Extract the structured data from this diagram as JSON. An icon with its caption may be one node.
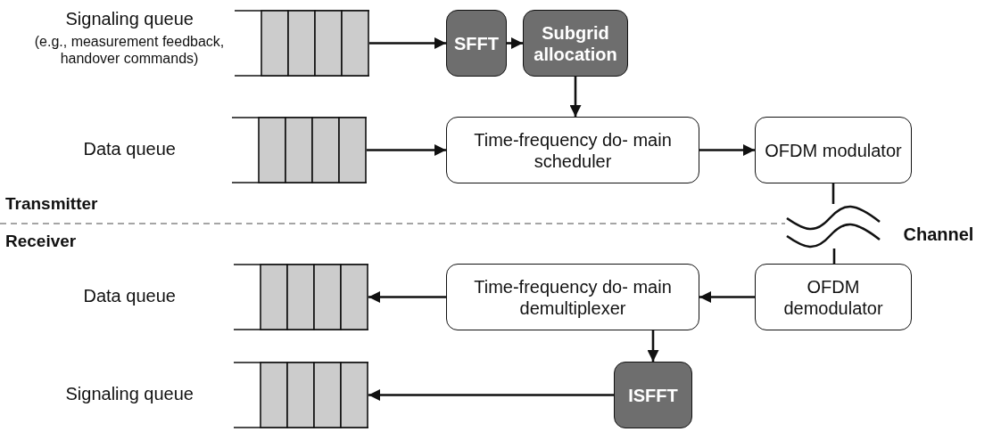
{
  "diagram": {
    "nodes": [
      {
        "text": [],
        "shape": "queue",
        "beside": [
          "Signaling queue",
          "(e.g., measurement feedback, handover commands)"
        ]
      },
      {
        "text": [
          "SFFT"
        ]
      },
      {
        "text": [
          "Subgrid allocation"
        ]
      },
      {
        "text": [],
        "shape": "queue",
        "beside": [
          "Data queue"
        ]
      },
      {
        "text": [
          "Time-frequency do- main scheduler"
        ]
      },
      {
        "text": [
          "OFDM modulator"
        ]
      },
      {
        "text": [],
        "shape": "wave",
        "beside": [
          "Channel"
        ]
      },
      {
        "text": [
          "OFDM demodulator"
        ]
      },
      {
        "text": [
          "Time-frequency do- main demultiplexer"
        ]
      },
      {
        "text": [],
        "shape": "queue",
        "beside": [
          "Data queue"
        ]
      },
      {
        "text": [
          "ISFFT"
        ]
      },
      {
        "text": [],
        "shape": "queue",
        "beside": [
          "Signaling queue"
        ]
      }
    ],
    "edges": [
      {
        "from": 0,
        "to": 1,
        "arrow": "to"
      },
      {
        "from": 1,
        "to": 2,
        "arrow": "to"
      },
      {
        "from": 2,
        "to": 4,
        "arrow": "to"
      },
      {
        "from": 3,
        "to": 4,
        "arrow": "to"
      },
      {
        "from": 4,
        "to": 5,
        "arrow": "to"
      },
      {
        "from": 5,
        "to": 6,
        "arrow": "none"
      },
      {
        "from": 6,
        "to": 7,
        "arrow": "none"
      },
      {
        "from": 7,
        "to": 8,
        "arrow": "to"
      },
      {
        "from": 8,
        "to": 9,
        "arrow": "to"
      },
      {
        "from": 8,
        "to": 10,
        "arrow": "to"
      },
      {
        "from": 10,
        "to": 11,
        "arrow": "to"
      }
    ],
    "labels": [
      "Transmitter",
      "Receiver"
    ]
  }
}
